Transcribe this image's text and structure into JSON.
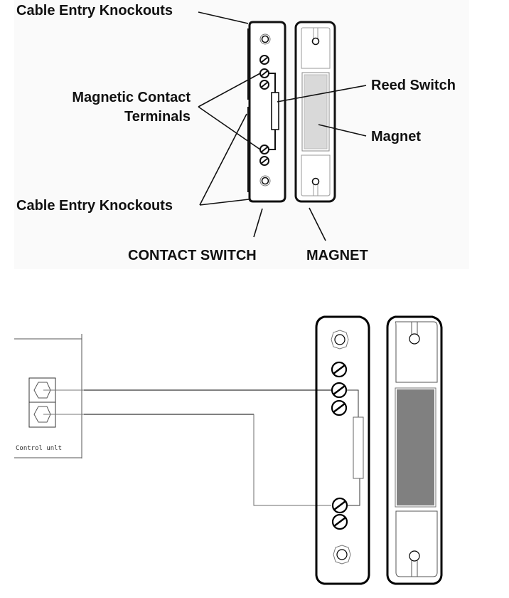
{
  "top_diagram": {
    "labels": {
      "cable_entry_top": "Cable Entry Knockouts",
      "magnetic_contact_line1": "Magnetic Contact",
      "magnetic_contact_line2": "Terminals",
      "cable_entry_bottom": "Cable Entry Knockouts",
      "reed_switch": "Reed Switch",
      "magnet": "Magnet",
      "contact_switch_caption": "CONTACT SWITCH",
      "magnet_caption": "MAGNET"
    },
    "colors": {
      "panel": "#fafafa",
      "outline": "#111111",
      "magnet_fill": "#d9d9d9"
    }
  },
  "bottom_diagram": {
    "control_unit_label": "Control unlt",
    "colors": {
      "outline": "#000000",
      "wire": "#000000",
      "thin": "#6e6e6e",
      "magnet_fill": "#808080"
    }
  }
}
